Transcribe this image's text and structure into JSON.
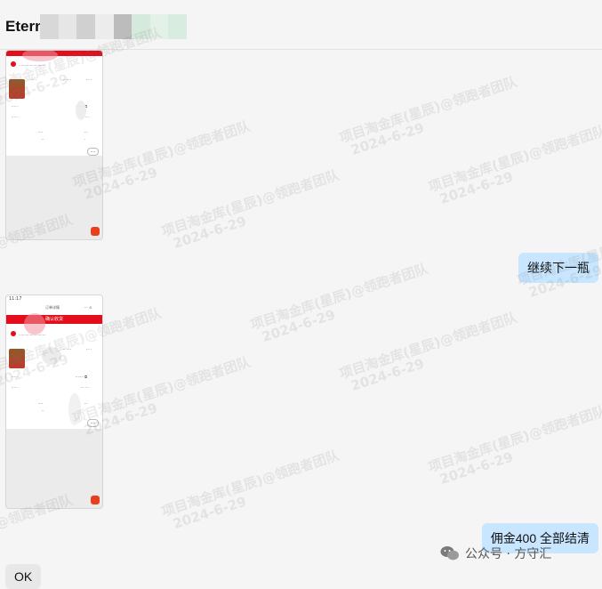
{
  "header": {
    "title": "Etern",
    "mosaic_colors": [
      "#d8d8d8",
      "#e6e6e6",
      "#d0d0d0",
      "#ececec",
      "#bcbcbc",
      "#d6e9dd",
      "#e4f1e8",
      "#d9ece0"
    ]
  },
  "messages": [
    {
      "side": "left",
      "type": "image"
    },
    {
      "side": "right",
      "type": "text",
      "text": "继续下一瓶"
    },
    {
      "side": "left",
      "type": "image"
    },
    {
      "side": "right",
      "type": "text",
      "text": "佣金400  全部结清"
    },
    {
      "side": "left",
      "type": "text",
      "text": "OK"
    }
  ],
  "thumb2": {
    "status_time": "11:17",
    "bar_title": "订单详情",
    "tab_label": "确认收货"
  },
  "watermark": {
    "line1": "项目淘金库(星辰)@领跑者团队",
    "line2": "2024-6-29"
  },
  "footer": {
    "brand": "公众号 · 方守汇",
    "icon": "wechat-official-account-icon"
  },
  "colors": {
    "bubble_right": "#c8e6ff",
    "bubble_left": "#e8e8e8",
    "order_red": "#e30d1c"
  }
}
